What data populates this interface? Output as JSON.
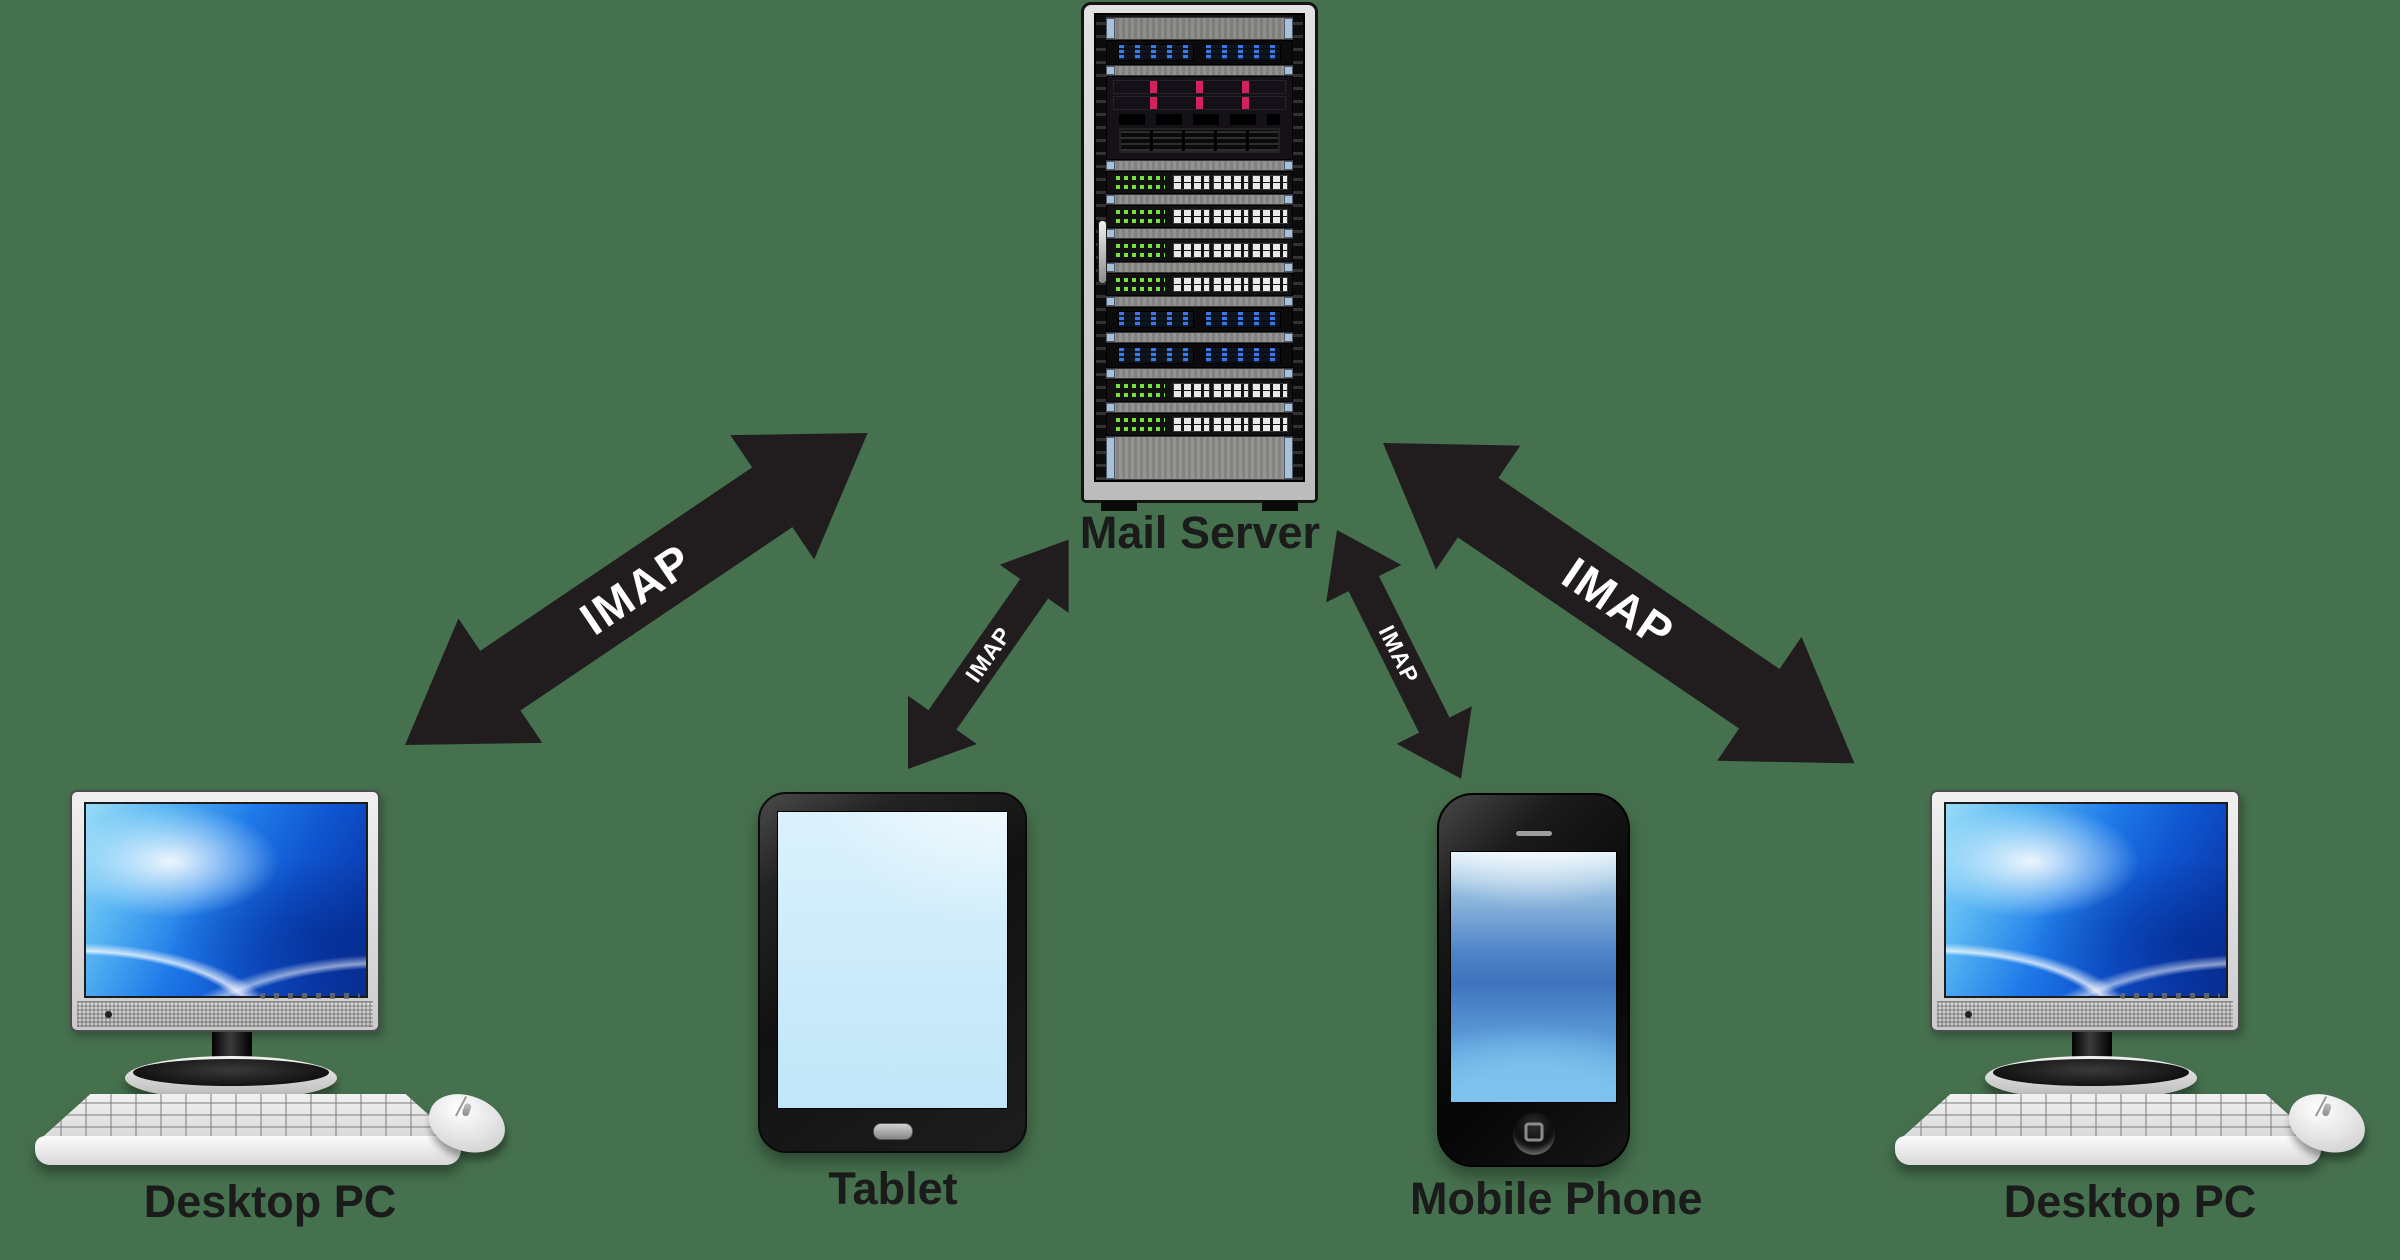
{
  "diagram": {
    "background_color": "#46714E",
    "arrow_color": "#211D1F",
    "device_label_color": "#1B1B1B",
    "protocol_label_color": "#FFFFFF",
    "server": {
      "id": "mail-server",
      "label": "Mail Server",
      "type": "server-rack"
    },
    "devices": [
      {
        "id": "desktop-pc-left",
        "label": "Desktop PC",
        "type": "desktop-computer"
      },
      {
        "id": "tablet",
        "label": "Tablet",
        "type": "tablet"
      },
      {
        "id": "mobile-phone",
        "label": "Mobile Phone",
        "type": "smartphone"
      },
      {
        "id": "desktop-pc-right",
        "label": "Desktop PC",
        "type": "desktop-computer"
      }
    ],
    "connections": [
      {
        "from": "desktop-pc-left",
        "to": "mail-server",
        "protocol": "IMAP",
        "style": "large-double-arrow"
      },
      {
        "from": "tablet",
        "to": "mail-server",
        "protocol": "IMAP",
        "style": "small-double-arrow"
      },
      {
        "from": "mobile-phone",
        "to": "mail-server",
        "protocol": "IMAP",
        "style": "small-double-arrow"
      },
      {
        "from": "desktop-pc-right",
        "to": "mail-server",
        "protocol": "IMAP",
        "style": "large-double-arrow"
      }
    ]
  }
}
